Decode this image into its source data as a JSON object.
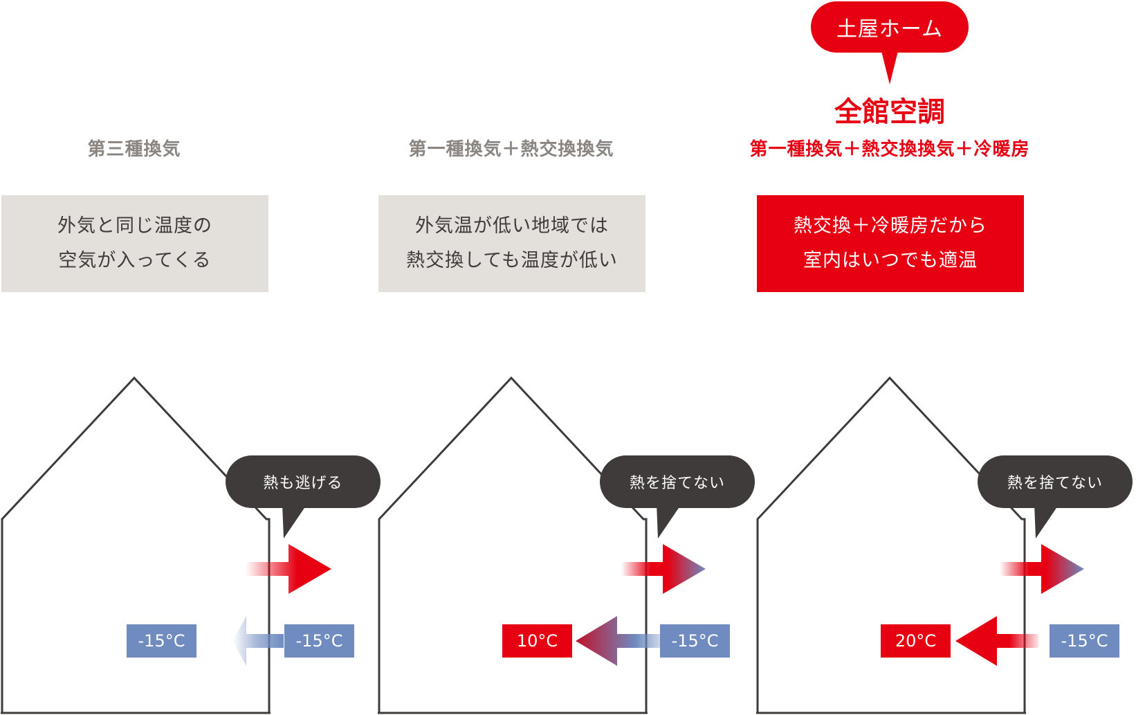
{
  "brand": {
    "bubble_label": "土屋ホーム",
    "system_title": "全館空調"
  },
  "columns": [
    {
      "title": "第三種換気",
      "description_lines": [
        "外気と同じ温度の",
        "空気が入ってくる"
      ],
      "bubble": "熱も逃げる",
      "indoor_temp": "-15°C",
      "outdoor_temp": "-15°C"
    },
    {
      "title": "第一種換気＋熱交換換気",
      "description_lines": [
        "外気温が低い地域では",
        "熱交換しても温度が低い"
      ],
      "bubble": "熱を捨てない",
      "indoor_temp": "10°C",
      "outdoor_temp": "-15°C"
    },
    {
      "title": "第一種換気＋熱交換換気＋冷暖房",
      "description_lines": [
        "熱交換＋冷暖房だから",
        "室内はいつでも適温"
      ],
      "bubble": "熱を捨てない",
      "indoor_temp": "20°C",
      "outdoor_temp": "-15°C"
    }
  ],
  "colors": {
    "red": "#e60012",
    "blue": "#6f8bc0",
    "dark": "#3f3b3a",
    "gray_box": "#e3e0dc",
    "gray_text": "#8a8580"
  }
}
